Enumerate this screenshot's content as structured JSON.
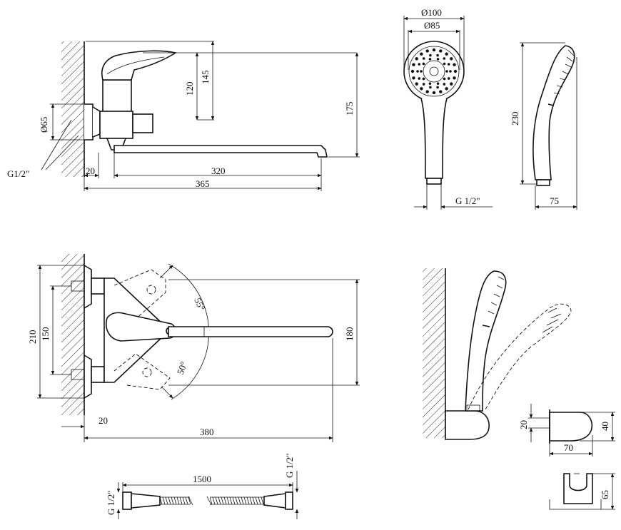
{
  "labels": {
    "d65": "Ø65",
    "g12_top": "G1/2\"",
    "d120": "120",
    "d145": "145",
    "d175": "175",
    "d20_top": "20",
    "d320": "320",
    "d365": "365",
    "d100": "Ø100",
    "d85": "Ø85",
    "d230": "230",
    "g12_head": "G 1/2\"",
    "d75": "75",
    "d210": "210",
    "d150": "150",
    "a55": "55°",
    "a50": "50°",
    "d180": "180",
    "d20_bottom": "20",
    "d380": "380",
    "d20_holder": "20",
    "d40": "40",
    "d70": "70",
    "d65_holder": "65",
    "d1500": "1500",
    "g12_hose_left": "G 1/2\"",
    "g12_hose_right": "G 1/2\""
  },
  "colors": {
    "line": "#111111",
    "background": "#ffffff"
  }
}
